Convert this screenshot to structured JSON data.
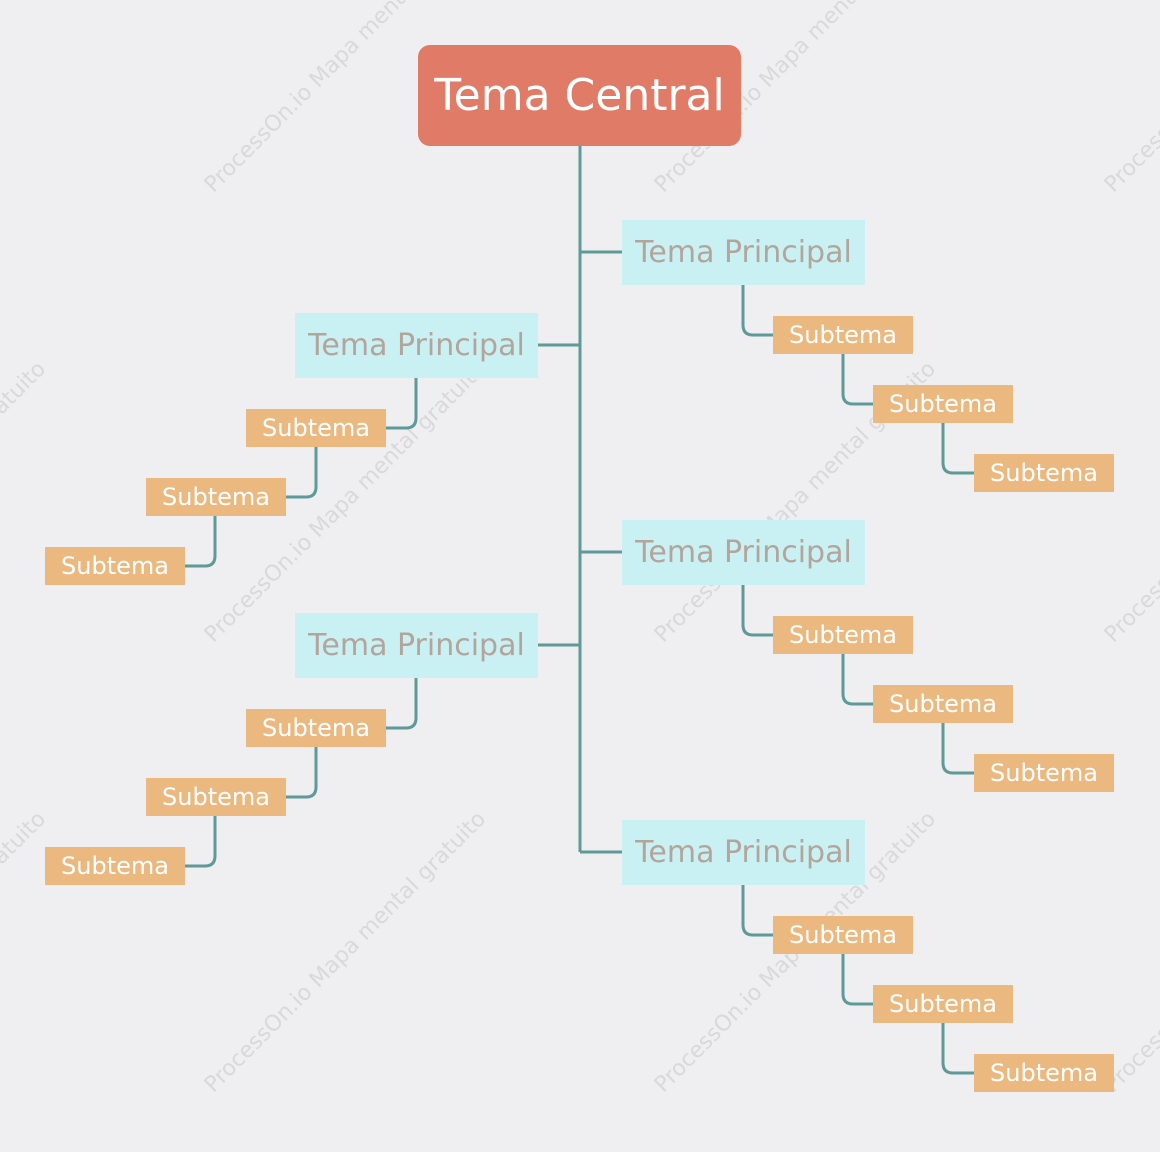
{
  "watermark": "ProcessOn.io Mapa mental gratuito",
  "central": {
    "label": "Tema Central"
  },
  "branches": [
    {
      "label": "Tema Principal",
      "subtopics": [
        "Subtema",
        "Subtema",
        "Subtema"
      ]
    },
    {
      "label": "Tema Principal",
      "subtopics": [
        "Subtema",
        "Subtema",
        "Subtema"
      ]
    },
    {
      "label": "Tema Principal",
      "subtopics": [
        "Subtema",
        "Subtema",
        "Subtema"
      ]
    },
    {
      "label": "Tema Principal",
      "subtopics": [
        "Subtema",
        "Subtema",
        "Subtema"
      ]
    },
    {
      "label": "Tema Principal",
      "subtopics": [
        "Subtema",
        "Subtema",
        "Subtema"
      ]
    }
  ],
  "colors": {
    "background": "#efeef0",
    "central": "#df7b66",
    "main": "#c9f1f3",
    "main_text": "#b3a59c",
    "subtopic": "#ebb97f",
    "connector": "#5e9a97"
  }
}
